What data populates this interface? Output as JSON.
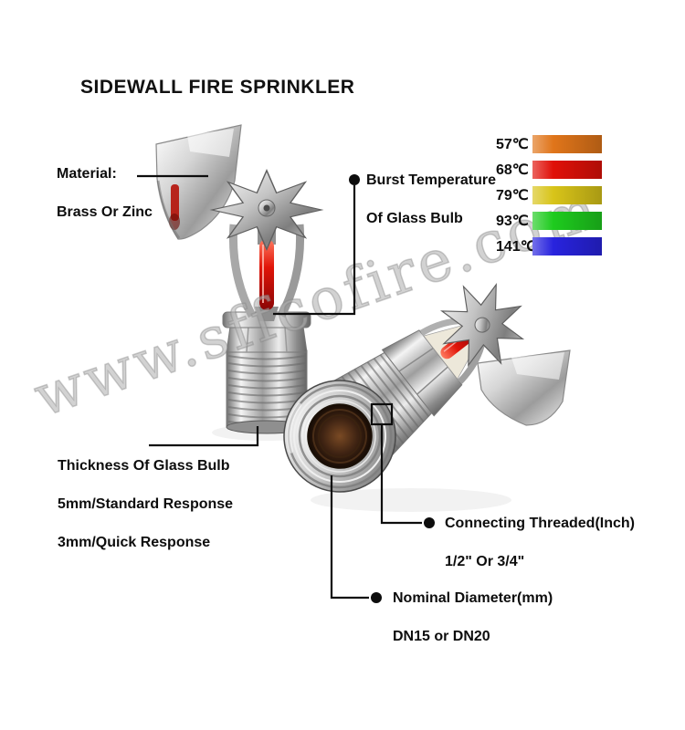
{
  "title": "SIDEWALL FIRE SPRINKLER",
  "watermark": "www.sffcofire.com",
  "legend": {
    "items": [
      {
        "label": "57℃",
        "color": "#E0751A"
      },
      {
        "label": "68℃",
        "color": "#E01008"
      },
      {
        "label": "79℃",
        "color": "#D8C419"
      },
      {
        "label": "93℃",
        "color": "#1ECB1E"
      },
      {
        "label": "141℃",
        "color": "#2823DE"
      }
    ]
  },
  "annotations": {
    "material": {
      "line1": "Material:",
      "line2": "Brass Or Zinc"
    },
    "burst": {
      "line1": "Burst Temperature",
      "line2": "Of Glass Bulb"
    },
    "thickness": {
      "line1": "Thickness Of Glass Bulb",
      "line2": "5mm/Standard Response",
      "line3": "3mm/Quick Response"
    },
    "connecting": {
      "line1": "Connecting Threaded(Inch)",
      "line2": "1/2\" Or 3/4\""
    },
    "nominal": {
      "line1": "Nominal Diameter(mm)",
      "line2": "DN15 or DN20"
    }
  },
  "colors": {
    "bulb_red": "#D01208",
    "chrome": "#C0C0C0",
    "line_black": "#0D0D0D"
  }
}
